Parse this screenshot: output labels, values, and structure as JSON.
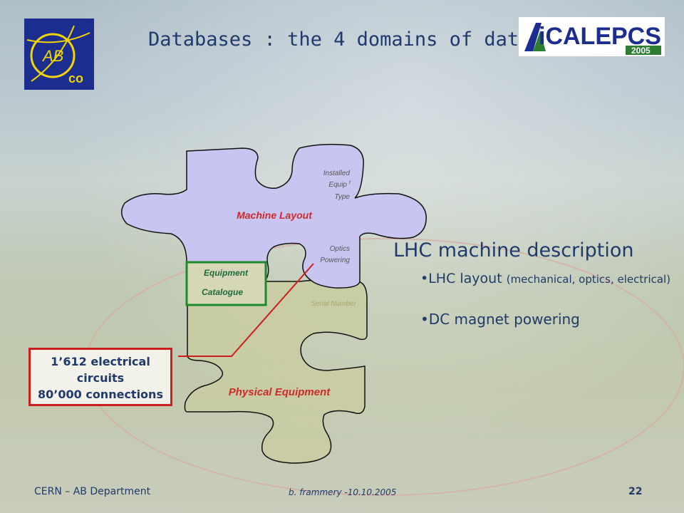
{
  "title": "Databases : the 4 domains of data",
  "logos": {
    "ab_co": {
      "line1": "AB",
      "line2": "co"
    },
    "icalepcs": {
      "text": "iCALEPCS",
      "year": "2005"
    }
  },
  "puzzle": {
    "machine_layout": "Machine Layout",
    "installed_type": [
      "Installed",
      "Equip",
      "t",
      "Type"
    ],
    "optics_powering": [
      "Optics",
      "Powering"
    ],
    "equipment_catalogue": [
      "Equipment",
      "Catalogue"
    ],
    "serial_number": "Serial Number",
    "physical_equipment": "Physical Equipment"
  },
  "callout": [
    "1’612 electrical",
    "circuits",
    "80’000 connections"
  ],
  "description": {
    "title": "LHC machine description",
    "bullet1_main": "•LHC layout ",
    "bullet1_small": "(mechanical, optics, electrical)",
    "bullet2": "•DC magnet powering"
  },
  "footer": {
    "left": "CERN – AB Department",
    "center": "b. frammery -10.10.2005",
    "page": "22"
  },
  "colors": {
    "title": "#1f3a6b",
    "machine_piece": "#c8c5f0",
    "physical_piece": "#c9cca0",
    "label_red": "#cc2b2b",
    "catalogue_border": "#1f8a2a",
    "callout_border": "#cc1f1f"
  }
}
